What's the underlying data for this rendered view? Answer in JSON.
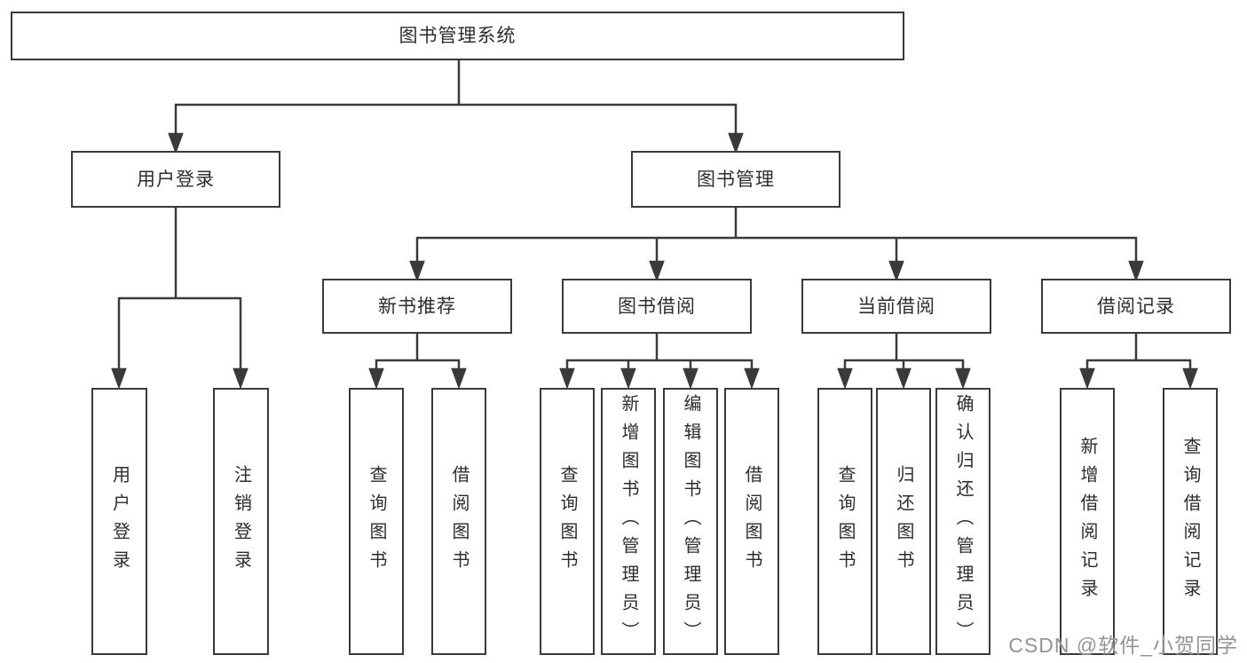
{
  "diagram": {
    "root": {
      "label": "图书管理系统"
    },
    "login": {
      "label": "用户登录",
      "children": [
        {
          "label": "用户登录"
        },
        {
          "label": "注销登录"
        }
      ]
    },
    "mgmt": {
      "label": "图书管理",
      "sections": [
        {
          "label": "新书推荐",
          "children": [
            {
              "label": "查询图书"
            },
            {
              "label": "借阅图书"
            }
          ]
        },
        {
          "label": "图书借阅",
          "children": [
            {
              "label": "查询图书"
            },
            {
              "label": "新增图书（管理员）"
            },
            {
              "label": "编辑图书（管理员）"
            },
            {
              "label": "借阅图书"
            }
          ]
        },
        {
          "label": "当前借阅",
          "children": [
            {
              "label": "查询图书"
            },
            {
              "label": "归还图书"
            },
            {
              "label": "确认归还（管理员）"
            }
          ]
        },
        {
          "label": "借阅记录",
          "children": [
            {
              "label": "新增借阅记录"
            },
            {
              "label": "查询借阅记录"
            }
          ]
        }
      ]
    }
  },
  "watermark": {
    "text": "CSDN @软件_小贺同学"
  },
  "colors": {
    "line": "#3a3a3a",
    "box_border": "#3a3a3a",
    "text": "#2d2d2d",
    "watermark": "#949494",
    "background": "#ffffff"
  }
}
